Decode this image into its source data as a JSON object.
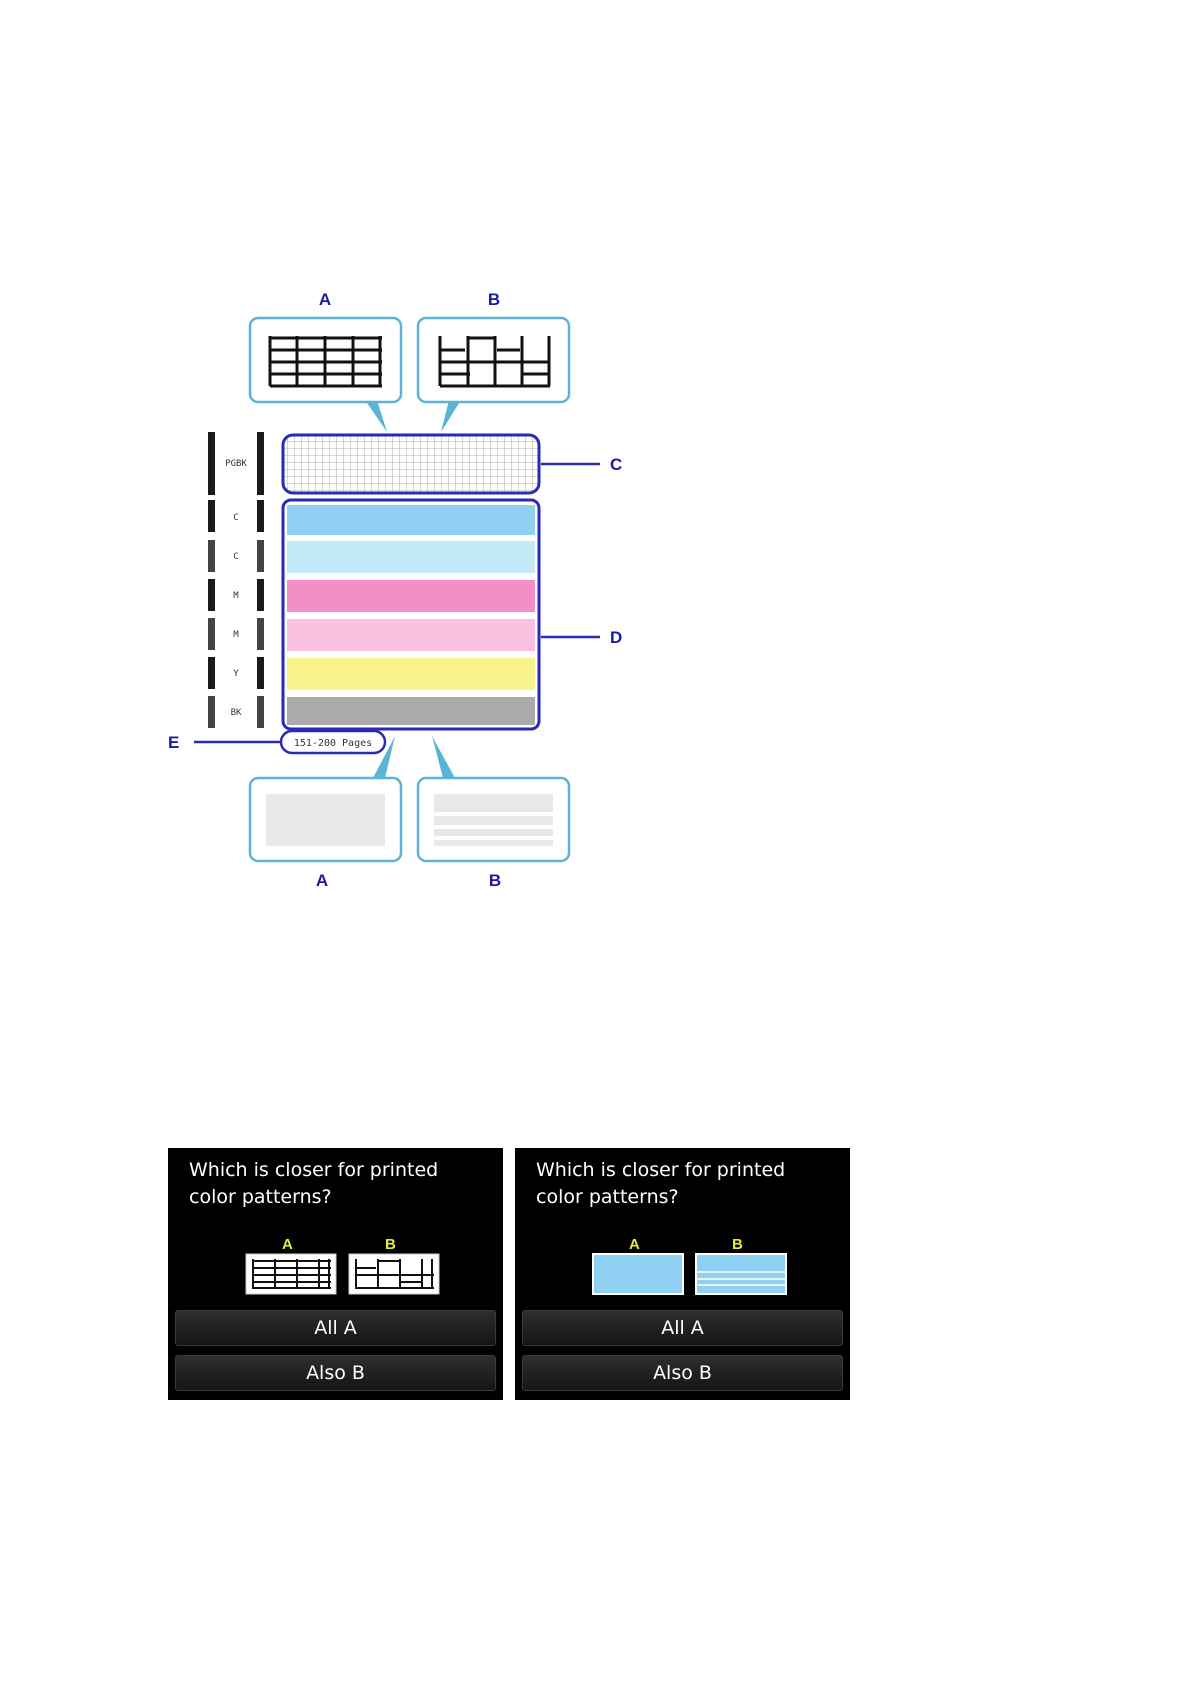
{
  "diagram": {
    "callouts": {
      "top_a": "A",
      "top_b": "B",
      "bottom_a": "A",
      "bottom_b": "B",
      "c": "C",
      "d": "D",
      "e": "E"
    },
    "row_labels": [
      "PGBK",
      "C",
      "C",
      "M",
      "M",
      "Y",
      "BK"
    ],
    "page_count": "151-200 Pages",
    "colors": {
      "outline": "#2a2ab5",
      "callout_border": "#5ab4d6",
      "cyan": "#8fd0f3",
      "light_cyan": "#c4e9f8",
      "magenta": "#f28fc6",
      "light_magenta": "#f9c2e1",
      "yellow": "#f8f38a",
      "black": "#aaaaaa"
    }
  },
  "screens": [
    {
      "question_line1": "Which is closer for printed",
      "question_line2": "color patterns?",
      "option_a": "A",
      "option_b": "B",
      "button_all_a": "All A",
      "button_also_b": "Also B",
      "icon_a": "nozzle-pattern-a-icon",
      "icon_b": "nozzle-pattern-b-icon"
    },
    {
      "question_line1": "Which is closer for printed",
      "question_line2": "color patterns?",
      "option_a": "A",
      "option_b": "B",
      "button_all_a": "All A",
      "button_also_b": "Also B",
      "icon_a": "solid-color-a-icon",
      "icon_b": "streaked-color-b-icon"
    }
  ]
}
